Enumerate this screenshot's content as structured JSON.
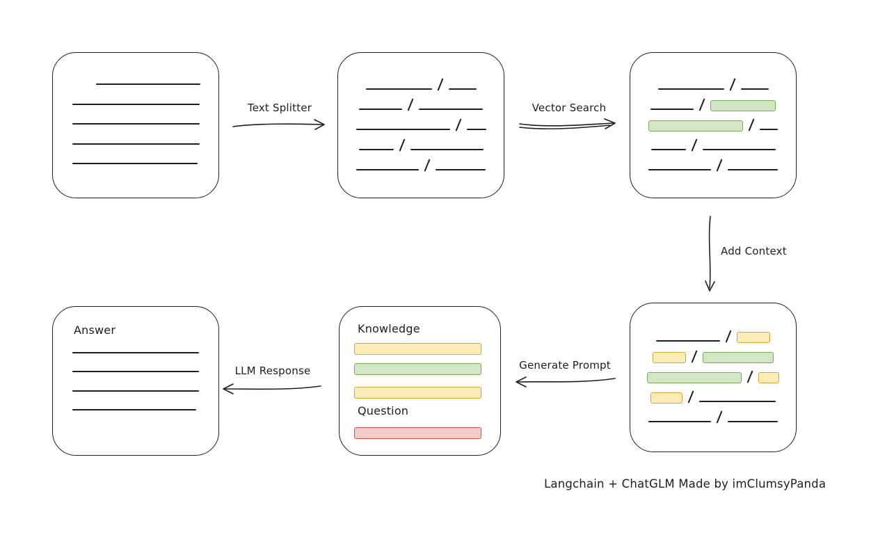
{
  "labels": {
    "text_splitter": "Text Splitter",
    "vector_search": "Vector Search",
    "add_context": "Add Context",
    "generate_prompt": "Generate Prompt",
    "llm_response": "LLM Response",
    "knowledge": "Knowledge",
    "question": "Question",
    "answer": "Answer",
    "caption": "Langchain + ChatGLM Made by imClumsyPanda"
  },
  "colors": {
    "stroke": "#1e1e1e",
    "green_fill": "#d4e7c5",
    "green_stroke": "#7aa85c",
    "yellow_fill": "#fcedb7",
    "yellow_stroke": "#d9a23a",
    "red_fill": "#f5cbc8",
    "red_stroke": "#c75450"
  },
  "boxes": {
    "split_chunks": [
      [
        {
          "k": "line",
          "w": 95
        },
        {
          "k": "slash"
        },
        {
          "k": "line",
          "w": 40
        }
      ],
      [
        {
          "k": "line",
          "w": 62
        },
        {
          "k": "slash"
        },
        {
          "k": "line",
          "w": 92
        }
      ],
      [
        {
          "k": "line",
          "w": 135
        },
        {
          "k": "slash"
        },
        {
          "k": "line",
          "w": 28
        }
      ],
      [
        {
          "k": "line",
          "w": 50
        },
        {
          "k": "slash"
        },
        {
          "k": "line",
          "w": 105
        }
      ],
      [
        {
          "k": "line",
          "w": 90
        },
        {
          "k": "slash"
        },
        {
          "k": "line",
          "w": 72
        }
      ]
    ],
    "searched_chunks": [
      [
        {
          "k": "line",
          "w": 95
        },
        {
          "k": "slash"
        },
        {
          "k": "line",
          "w": 40
        }
      ],
      [
        {
          "k": "line",
          "w": 62
        },
        {
          "k": "slash"
        },
        {
          "k": "green",
          "w": 94
        }
      ],
      [
        {
          "k": "green",
          "w": 136
        },
        {
          "k": "slash"
        },
        {
          "k": "line",
          "w": 26
        }
      ],
      [
        {
          "k": "line",
          "w": 50
        },
        {
          "k": "slash"
        },
        {
          "k": "line",
          "w": 105
        }
      ],
      [
        {
          "k": "line",
          "w": 90
        },
        {
          "k": "slash"
        },
        {
          "k": "line",
          "w": 72
        }
      ]
    ],
    "context_chunks": [
      [
        {
          "k": "line",
          "w": 92
        },
        {
          "k": "slash"
        },
        {
          "k": "yellow",
          "w": 48
        }
      ],
      [
        {
          "k": "yellow",
          "w": 48
        },
        {
          "k": "slash"
        },
        {
          "k": "green",
          "w": 102
        }
      ],
      [
        {
          "k": "green",
          "w": 136
        },
        {
          "k": "slash"
        },
        {
          "k": "yellow",
          "w": 30
        }
      ],
      [
        {
          "k": "yellow",
          "w": 46
        },
        {
          "k": "slash"
        },
        {
          "k": "line",
          "w": 110
        }
      ],
      [
        {
          "k": "line",
          "w": 90
        },
        {
          "k": "slash"
        },
        {
          "k": "line",
          "w": 72
        }
      ]
    ]
  }
}
